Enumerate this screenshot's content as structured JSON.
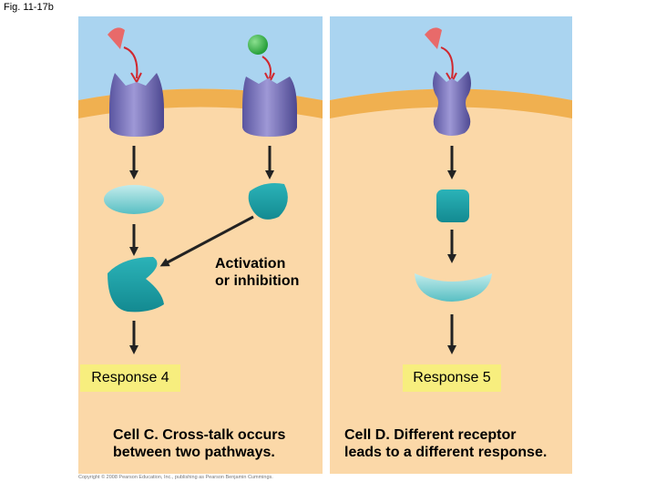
{
  "figure_label": "Fig. 11-17b",
  "cell_c": {
    "activation_label_line1": "Activation",
    "activation_label_line2": "or inhibition",
    "response": "Response 4",
    "caption_line1": "Cell C. Cross-talk occurs",
    "caption_line2": "between two pathways."
  },
  "cell_d": {
    "response": "Response 5",
    "caption_line1": "Cell D. Different receptor",
    "caption_line2": "leads to a different response."
  },
  "copyright": "Copyright © 2008 Pearson Education, Inc., publishing as Pearson Benjamin Cummings.",
  "colors": {
    "extracellular": "#aad4f0",
    "membrane": "#f0b050",
    "cytoplasm": "#fbd8a8",
    "receptor": "#7a74b8",
    "ligand_red": "#e86a6a",
    "ligand_green": "#39b54a",
    "relay_teal": "#1fa0a8",
    "relay_light": "#8fd8d8",
    "response_box": "#f7ee7e",
    "arrow_red": "#d0282f"
  }
}
